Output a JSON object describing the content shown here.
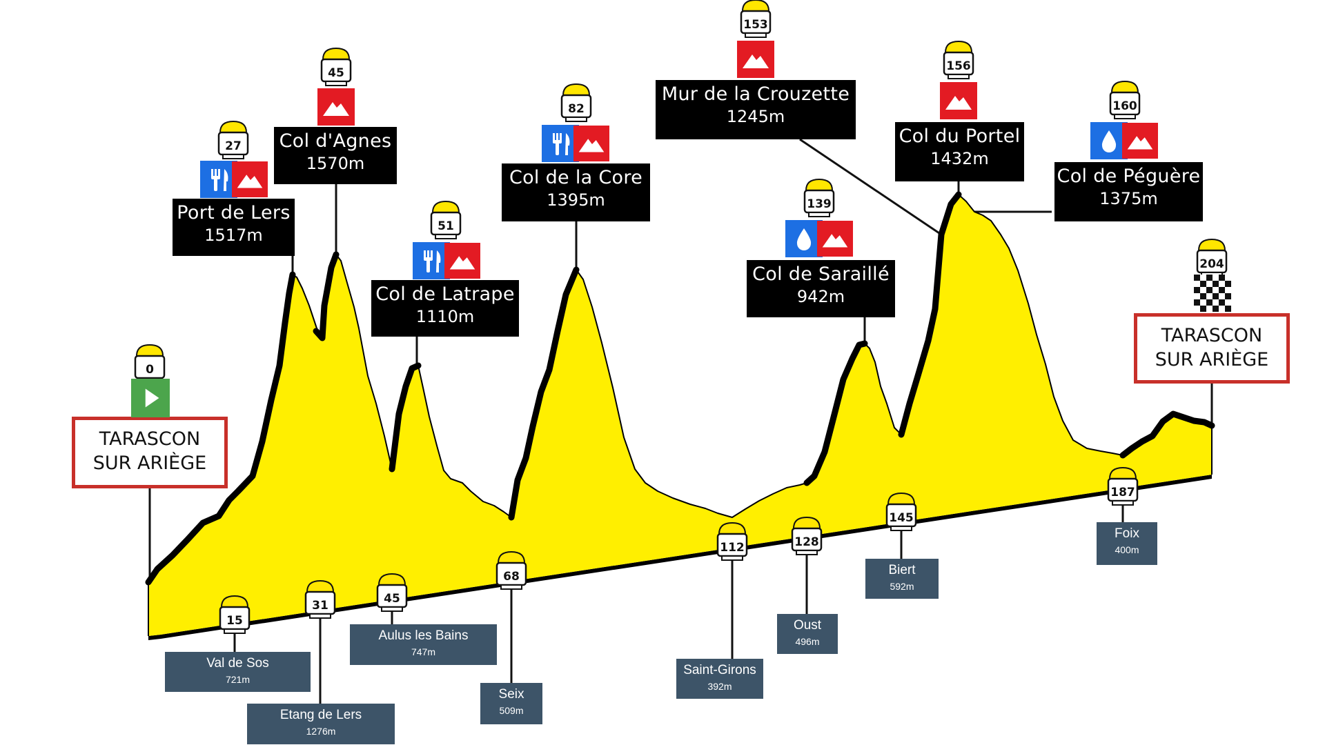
{
  "colors": {
    "profile_fill": "#ffef00",
    "profile_edge": "#000000",
    "summit_box": "#000000",
    "town_box": "#3d5468",
    "sign_border": "#c8302a",
    "climb_icon": "#e31b23",
    "food_icon": "#1d6fe3",
    "water_icon": "#1d6fe3",
    "start_icon": "#4ca54c",
    "km_cap": "#ffe600"
  },
  "start": {
    "km": "0",
    "line1": "TARASCON",
    "line2": "SUR ARIÈGE",
    "icon": "play-icon"
  },
  "finish": {
    "km": "204",
    "line1": "TARASCON",
    "line2": "SUR ARIÈGE",
    "icon": "checkered-flag-icon"
  },
  "summits": [
    {
      "km": "27",
      "name": "Port de Lers",
      "elevation": "1517m",
      "icons": [
        "food-icon",
        "mountain-icon"
      ]
    },
    {
      "km": "45",
      "name": "Col d'Agnes",
      "elevation": "1570m",
      "icons": [
        "mountain-icon"
      ]
    },
    {
      "km": "51",
      "name": "Col de Latrape",
      "elevation": "1110m",
      "icons": [
        "food-icon",
        "mountain-icon"
      ]
    },
    {
      "km": "82",
      "name": "Col de la Core",
      "elevation": "1395m",
      "icons": [
        "food-icon",
        "mountain-icon"
      ]
    },
    {
      "km": "153",
      "name": "Mur de la Crouzette",
      "elevation": "1245m",
      "icons": [
        "mountain-icon"
      ]
    },
    {
      "km": "139",
      "name": "Col de Saraillé",
      "elevation": "942m",
      "icons": [
        "water-drop-icon",
        "mountain-icon"
      ]
    },
    {
      "km": "156",
      "name": "Col du Portel",
      "elevation": "1432m",
      "icons": [
        "mountain-icon"
      ]
    },
    {
      "km": "160",
      "name": "Col de Péguère",
      "elevation": "1375m",
      "icons": [
        "water-drop-icon",
        "mountain-icon"
      ]
    }
  ],
  "towns": [
    {
      "km": "15",
      "name": "Val de Sos",
      "elevation": "721m"
    },
    {
      "km": "31",
      "name": "Etang de Lers",
      "elevation": "1276m"
    },
    {
      "km": "45",
      "name": "Aulus les Bains",
      "elevation": "747m"
    },
    {
      "km": "68",
      "name": "Seix",
      "elevation": "509m"
    },
    {
      "km": "112",
      "name": "Saint-Girons",
      "elevation": "392m"
    },
    {
      "km": "128",
      "name": "Oust",
      "elevation": "496m"
    },
    {
      "km": "145",
      "name": "Biert",
      "elevation": "592m"
    },
    {
      "km": "187",
      "name": "Foix",
      "elevation": "400m"
    }
  ]
}
